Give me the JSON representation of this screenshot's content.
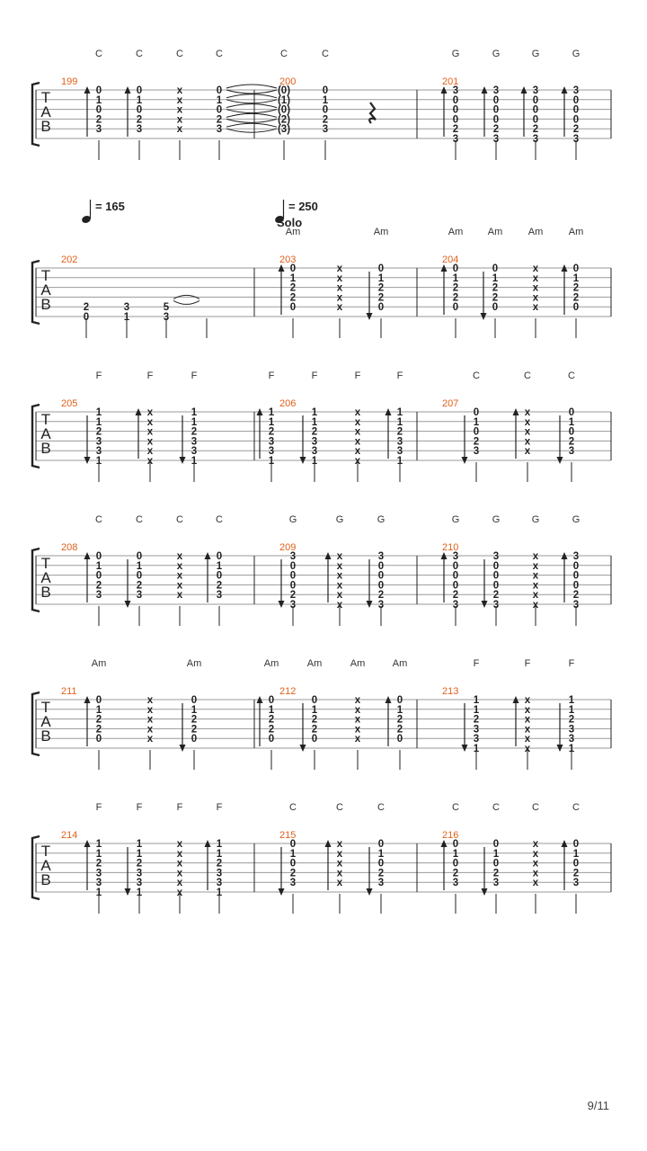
{
  "page_number": "9/11",
  "tempo_marks": [
    {
      "bpm_label": "= 165"
    },
    {
      "bpm_label": "= 250"
    }
  ],
  "section_label": "Solo",
  "systems": [
    {
      "measures": [
        {
          "number": "199",
          "beats": [
            {
              "chord": "C",
              "stroke": "up",
              "notes": [
                "0",
                "1",
                "0",
                "2",
                "3"
              ]
            },
            {
              "chord": "C",
              "stroke": "up",
              "notes": [
                "0",
                "1",
                "0",
                "2",
                "3"
              ]
            },
            {
              "chord": "C",
              "stroke": "",
              "notes": [
                "x",
                "x",
                "x",
                "x",
                "x"
              ]
            },
            {
              "chord": "C",
              "stroke": "",
              "notes": [
                "0",
                "1",
                "0",
                "2",
                "3"
              ],
              "tie": true
            }
          ]
        },
        {
          "number": "200",
          "beats": [
            {
              "chord": "C",
              "stroke": "",
              "notes": [
                "(0)",
                "(1)",
                "(0)",
                "(2)",
                "(3)"
              ]
            },
            {
              "chord": "C",
              "stroke": "",
              "notes": [
                "0",
                "1",
                "0",
                "2",
                "3"
              ]
            },
            {
              "chord": "",
              "stroke": "",
              "rest": true,
              "notes": []
            }
          ]
        },
        {
          "number": "201",
          "beats": [
            {
              "chord": "G",
              "stroke": "up",
              "notes": [
                "3",
                "0",
                "0",
                "0",
                "2",
                "3"
              ]
            },
            {
              "chord": "G",
              "stroke": "up",
              "notes": [
                "3",
                "0",
                "0",
                "0",
                "2",
                "3"
              ]
            },
            {
              "chord": "G",
              "stroke": "up",
              "notes": [
                "3",
                "0",
                "0",
                "0",
                "2",
                "3"
              ]
            },
            {
              "chord": "G",
              "stroke": "up",
              "notes": [
                "3",
                "0",
                "0",
                "0",
                "2",
                "3"
              ]
            }
          ]
        }
      ]
    },
    {
      "measures": [
        {
          "number": "202",
          "beats": [
            {
              "chord": "",
              "stroke": "",
              "notes": [
                "",
                "",
                "",
                "",
                "2",
                "0"
              ]
            },
            {
              "chord": "",
              "stroke": "",
              "notes": [
                "",
                "",
                "",
                "",
                "3",
                "1"
              ]
            },
            {
              "chord": "",
              "stroke": "",
              "notes": [
                "",
                "",
                "",
                "",
                "5",
                "3"
              ],
              "tie": true
            },
            {
              "chord": "",
              "stroke": "",
              "notes": []
            }
          ]
        },
        {
          "number": "203",
          "beats": [
            {
              "chord": "Am",
              "stroke": "up",
              "notes": [
                "0",
                "1",
                "2",
                "2",
                "0"
              ]
            },
            {
              "chord": "",
              "stroke": "",
              "notes": [
                "x",
                "x",
                "x",
                "x",
                "x"
              ]
            },
            {
              "chord": "Am",
              "stroke": "down",
              "notes": [
                "0",
                "1",
                "2",
                "2",
                "0"
              ]
            }
          ]
        },
        {
          "number": "204",
          "beats": [
            {
              "chord": "Am",
              "stroke": "up",
              "notes": [
                "0",
                "1",
                "2",
                "2",
                "0"
              ]
            },
            {
              "chord": "Am",
              "stroke": "down",
              "notes": [
                "0",
                "1",
                "2",
                "2",
                "0"
              ]
            },
            {
              "chord": "Am",
              "stroke": "",
              "notes": [
                "x",
                "x",
                "x",
                "x",
                "x"
              ]
            },
            {
              "chord": "Am",
              "stroke": "up",
              "notes": [
                "0",
                "1",
                "2",
                "2",
                "0"
              ]
            }
          ]
        }
      ]
    },
    {
      "measures": [
        {
          "number": "205",
          "beats": [
            {
              "chord": "F",
              "stroke": "down",
              "notes": [
                "1",
                "1",
                "2",
                "3",
                "3",
                "1"
              ]
            },
            {
              "chord": "F",
              "stroke": "up",
              "notes": [
                "x",
                "x",
                "x",
                "x",
                "x",
                "x"
              ]
            },
            {
              "chord": "F",
              "stroke": "down",
              "notes": [
                "1",
                "1",
                "2",
                "3",
                "3",
                "1"
              ]
            }
          ]
        },
        {
          "number": "206",
          "beats": [
            {
              "chord": "F",
              "stroke": "up",
              "notes": [
                "1",
                "1",
                "2",
                "3",
                "3",
                "1"
              ]
            },
            {
              "chord": "F",
              "stroke": "down",
              "notes": [
                "1",
                "1",
                "2",
                "3",
                "3",
                "1"
              ]
            },
            {
              "chord": "F",
              "stroke": "",
              "notes": [
                "x",
                "x",
                "x",
                "x",
                "x",
                "x"
              ]
            },
            {
              "chord": "F",
              "stroke": "up",
              "notes": [
                "1",
                "1",
                "2",
                "3",
                "3",
                "1"
              ]
            }
          ]
        },
        {
          "number": "207",
          "beats": [
            {
              "chord": "C",
              "stroke": "down",
              "notes": [
                "0",
                "1",
                "0",
                "2",
                "3"
              ]
            },
            {
              "chord": "C",
              "stroke": "up",
              "notes": [
                "x",
                "x",
                "x",
                "x",
                "x"
              ]
            },
            {
              "chord": "C",
              "stroke": "down",
              "notes": [
                "0",
                "1",
                "0",
                "2",
                "3"
              ]
            }
          ]
        }
      ]
    },
    {
      "measures": [
        {
          "number": "208",
          "beats": [
            {
              "chord": "C",
              "stroke": "up",
              "notes": [
                "0",
                "1",
                "0",
                "2",
                "3"
              ]
            },
            {
              "chord": "C",
              "stroke": "down",
              "notes": [
                "0",
                "1",
                "0",
                "2",
                "3"
              ]
            },
            {
              "chord": "C",
              "stroke": "",
              "notes": [
                "x",
                "x",
                "x",
                "x",
                "x"
              ]
            },
            {
              "chord": "C",
              "stroke": "up",
              "notes": [
                "0",
                "1",
                "0",
                "2",
                "3"
              ]
            }
          ]
        },
        {
          "number": "209",
          "beats": [
            {
              "chord": "G",
              "stroke": "down",
              "notes": [
                "3",
                "0",
                "0",
                "0",
                "2",
                "3"
              ]
            },
            {
              "chord": "G",
              "stroke": "up",
              "notes": [
                "x",
                "x",
                "x",
                "x",
                "x",
                "x"
              ]
            },
            {
              "chord": "G",
              "stroke": "down",
              "notes": [
                "3",
                "0",
                "0",
                "0",
                "2",
                "3"
              ]
            }
          ]
        },
        {
          "number": "210",
          "beats": [
            {
              "chord": "G",
              "stroke": "up",
              "notes": [
                "3",
                "0",
                "0",
                "0",
                "2",
                "3"
              ]
            },
            {
              "chord": "G",
              "stroke": "down",
              "notes": [
                "3",
                "0",
                "0",
                "0",
                "2",
                "3"
              ]
            },
            {
              "chord": "G",
              "stroke": "",
              "notes": [
                "x",
                "x",
                "x",
                "x",
                "x",
                "x"
              ]
            },
            {
              "chord": "G",
              "stroke": "up",
              "notes": [
                "3",
                "0",
                "0",
                "0",
                "2",
                "3"
              ]
            }
          ]
        }
      ]
    },
    {
      "measures": [
        {
          "number": "211",
          "beats": [
            {
              "chord": "Am",
              "stroke": "up",
              "notes": [
                "0",
                "1",
                "2",
                "2",
                "0"
              ]
            },
            {
              "chord": "",
              "stroke": "",
              "notes": [
                "x",
                "x",
                "x",
                "x",
                "x"
              ]
            },
            {
              "chord": "Am",
              "stroke": "down",
              "notes": [
                "0",
                "1",
                "2",
                "2",
                "0"
              ]
            }
          ]
        },
        {
          "number": "212",
          "beats": [
            {
              "chord": "Am",
              "stroke": "up",
              "notes": [
                "0",
                "1",
                "2",
                "2",
                "0"
              ]
            },
            {
              "chord": "Am",
              "stroke": "down",
              "notes": [
                "0",
                "1",
                "2",
                "2",
                "0"
              ]
            },
            {
              "chord": "Am",
              "stroke": "",
              "notes": [
                "x",
                "x",
                "x",
                "x",
                "x"
              ]
            },
            {
              "chord": "Am",
              "stroke": "up",
              "notes": [
                "0",
                "1",
                "2",
                "2",
                "0"
              ]
            }
          ]
        },
        {
          "number": "213",
          "beats": [
            {
              "chord": "F",
              "stroke": "down",
              "notes": [
                "1",
                "1",
                "2",
                "3",
                "3",
                "1"
              ]
            },
            {
              "chord": "F",
              "stroke": "up",
              "notes": [
                "x",
                "x",
                "x",
                "x",
                "x",
                "x"
              ]
            },
            {
              "chord": "F",
              "stroke": "down",
              "notes": [
                "1",
                "1",
                "2",
                "3",
                "3",
                "1"
              ]
            }
          ]
        }
      ]
    },
    {
      "measures": [
        {
          "number": "214",
          "beats": [
            {
              "chord": "F",
              "stroke": "up",
              "notes": [
                "1",
                "1",
                "2",
                "3",
                "3",
                "1"
              ]
            },
            {
              "chord": "F",
              "stroke": "down",
              "notes": [
                "1",
                "1",
                "2",
                "3",
                "3",
                "1"
              ]
            },
            {
              "chord": "F",
              "stroke": "",
              "notes": [
                "x",
                "x",
                "x",
                "x",
                "x",
                "x"
              ]
            },
            {
              "chord": "F",
              "stroke": "up",
              "notes": [
                "1",
                "1",
                "2",
                "3",
                "3",
                "1"
              ]
            }
          ]
        },
        {
          "number": "215",
          "beats": [
            {
              "chord": "C",
              "stroke": "down",
              "notes": [
                "0",
                "1",
                "0",
                "2",
                "3"
              ]
            },
            {
              "chord": "C",
              "stroke": "up",
              "notes": [
                "x",
                "x",
                "x",
                "x",
                "x"
              ]
            },
            {
              "chord": "C",
              "stroke": "down",
              "notes": [
                "0",
                "1",
                "0",
                "2",
                "3"
              ]
            }
          ]
        },
        {
          "number": "216",
          "beats": [
            {
              "chord": "C",
              "stroke": "up",
              "notes": [
                "0",
                "1",
                "0",
                "2",
                "3"
              ]
            },
            {
              "chord": "C",
              "stroke": "down",
              "notes": [
                "0",
                "1",
                "0",
                "2",
                "3"
              ]
            },
            {
              "chord": "C",
              "stroke": "",
              "notes": [
                "x",
                "x",
                "x",
                "x",
                "x"
              ]
            },
            {
              "chord": "C",
              "stroke": "up",
              "notes": [
                "0",
                "1",
                "0",
                "2",
                "3"
              ]
            }
          ]
        }
      ]
    }
  ],
  "tab_letters": [
    "T",
    "A",
    "B"
  ],
  "colors": {
    "measure_number": "#e0601a",
    "staff_line": "#9a9a9a",
    "ink": "#222222"
  }
}
